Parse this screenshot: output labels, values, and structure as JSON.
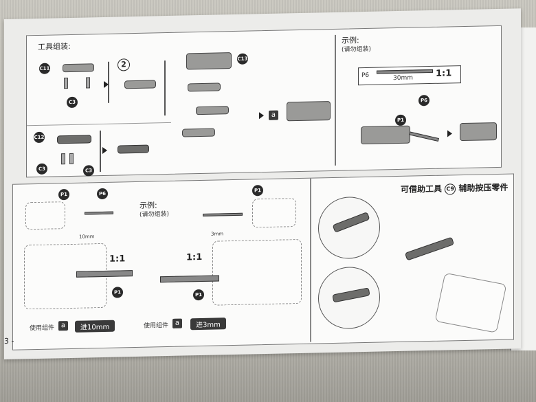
{
  "top_panel": {
    "title": "工具组装:",
    "step_number": "2",
    "parts": {
      "c11": "C11",
      "c3": "C3",
      "c12": "C12",
      "c13": "C13",
      "a": "a"
    },
    "example": {
      "title": "示例:",
      "subtitle": "(请勿组装)",
      "part_p6": "P6",
      "length": "30mm",
      "scale": "1:1",
      "part_p1": "P1"
    }
  },
  "bottom_panel": {
    "left": {
      "part_p1": "P1",
      "part_p6": "P6",
      "measure": "10mm",
      "scale": "1:1",
      "use_label": "使用组件",
      "component": "a",
      "depth_label": "进10mm"
    },
    "middle": {
      "title": "示例:",
      "subtitle": "(请勿组装)",
      "part_p1": "P1",
      "measure": "3mm",
      "scale": "1:1",
      "use_label": "使用组件",
      "component": "a",
      "depth_label": "进3mm"
    },
    "right": {
      "title_pre": "可借助工具",
      "tool": "C9",
      "title_post": "辅助按压零件"
    }
  },
  "page_number": "3 -"
}
